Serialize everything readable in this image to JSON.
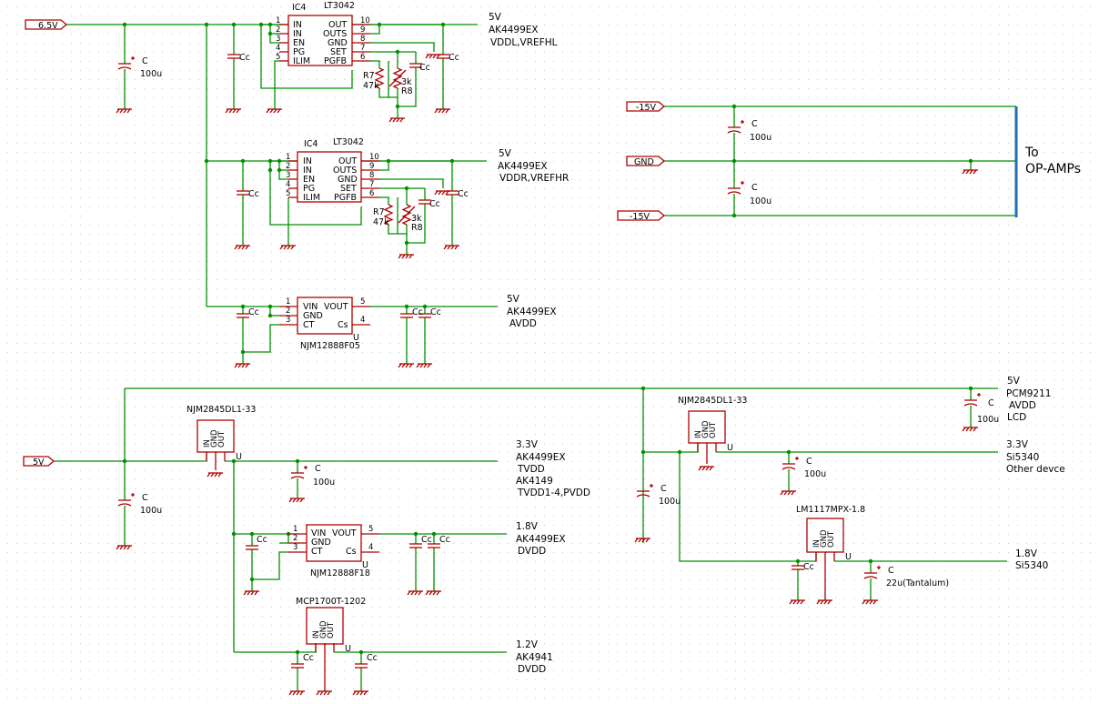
{
  "ports": [
    {
      "id": "p65",
      "label": "6.5V"
    },
    {
      "id": "pm15a",
      "label": "-15V"
    },
    {
      "id": "pgnd",
      "label": "GND"
    },
    {
      "id": "pm15b",
      "label": "-15V"
    },
    {
      "id": "p5v",
      "label": "5V"
    }
  ],
  "ics": {
    "ic1": {
      "ref": "IC4",
      "part": "LT3042",
      "pins_left": [
        "IN",
        "IN",
        "EN",
        "PG",
        "ILIM"
      ],
      "pins_right": [
        "OUT",
        "OUTS",
        "GND",
        "SET",
        "PGFB"
      ],
      "nums_left": [
        "1",
        "2",
        "3",
        "4",
        "5"
      ],
      "nums_right": [
        "10",
        "9",
        "8",
        "7",
        "6"
      ]
    },
    "ic2": {
      "ref": "IC4",
      "part": "LT3042",
      "pins_left": [
        "IN",
        "IN",
        "EN",
        "PG",
        "ILIM"
      ],
      "pins_right": [
        "OUT",
        "OUTS",
        "GND",
        "SET",
        "PGFB"
      ],
      "nums_left": [
        "1",
        "2",
        "3",
        "4",
        "5"
      ],
      "nums_right": [
        "10",
        "9",
        "8",
        "7",
        "6"
      ]
    },
    "njm1": {
      "part": "NJM12888F05",
      "pins": [
        "VIN",
        "VOUT",
        "GND",
        "CT",
        "Cs"
      ],
      "nums": [
        "1",
        "2",
        "3",
        "5",
        "4"
      ],
      "suffix": "U"
    },
    "njm2": {
      "part": "NJM12888F18",
      "pins": [
        "VIN",
        "VOUT",
        "GND",
        "CT",
        "Cs"
      ],
      "nums": [
        "1",
        "2",
        "3",
        "5",
        "4"
      ],
      "suffix": "U"
    },
    "reg1": {
      "part": "NJM2845DL1-33",
      "pins": [
        "IN",
        "GND",
        "OUT"
      ],
      "suffix": "U"
    },
    "reg2": {
      "part": "NJM2845DL1-33",
      "pins": [
        "IN",
        "GND",
        "OUT"
      ],
      "suffix": "U"
    },
    "reg3": {
      "part": "MCP1700T-1202",
      "pins": [
        "IN",
        "GND",
        "OUT"
      ],
      "suffix": "U"
    },
    "reg4": {
      "part": "LM1117MPX-1.8",
      "pins": [
        "IN",
        "GND",
        "OUT"
      ],
      "suffix": "U"
    }
  },
  "resistors": {
    "r7a": {
      "ref": "R7",
      "value": "47k"
    },
    "r8a": {
      "ref": "R8",
      "value": "3k"
    },
    "r7b": {
      "ref": "R7",
      "value": "47k"
    },
    "r8b": {
      "ref": "R8",
      "value": "3k"
    }
  },
  "caps": {
    "c_in65": {
      "ref": "C",
      "value": "100u"
    },
    "cc1": {
      "ref": "Cc"
    },
    "cc_set1": {
      "ref": "Cc"
    },
    "cc_out1": {
      "ref": "Cc"
    },
    "cc2": {
      "ref": "Cc"
    },
    "cc_set2": {
      "ref": "Cc"
    },
    "cc_out2": {
      "ref": "Cc"
    },
    "cc3": {
      "ref": "Cc"
    },
    "cc3o1": {
      "ref": "Cc"
    },
    "cc3o2": {
      "ref": "Cc"
    },
    "c_m15a": {
      "ref": "C",
      "value": "100u"
    },
    "c_m15b": {
      "ref": "C",
      "value": "100u"
    },
    "c_5vin": {
      "ref": "C",
      "value": "100u"
    },
    "c_33a": {
      "ref": "C",
      "value": "100u"
    },
    "cc4": {
      "ref": "Cc"
    },
    "cc4o1": {
      "ref": "Cc"
    },
    "cc4o2": {
      "ref": "Cc"
    },
    "cc5a": {
      "ref": "Cc"
    },
    "cc5b": {
      "ref": "Cc"
    },
    "c_5vr": {
      "ref": "C",
      "value": "100u"
    },
    "c_r2in": {
      "ref": "C",
      "value": "100u"
    },
    "c_33b": {
      "ref": "C",
      "value": "100u"
    },
    "cc6": {
      "ref": "Cc"
    },
    "c_tant": {
      "ref": "C",
      "value": "22u(Tantalum)"
    }
  },
  "rails": {
    "r1": {
      "v": "5V",
      "l1": "AK4499EX",
      "l2": "VDDL,VREFHL"
    },
    "r2": {
      "v": "5V",
      "l1": "AK4499EX",
      "l2": "VDDR,VREFHR"
    },
    "r3": {
      "v": "5V",
      "l1": "AK4499EX",
      "l2": "AVDD"
    },
    "r4": {
      "v": "3.3V",
      "l1": "AK4499EX",
      "l2": "TVDD",
      "l3": "AK4149",
      "l4": "TVDD1-4,PVDD"
    },
    "r5": {
      "v": "1.8V",
      "l1": "AK4499EX",
      "l2": "DVDD"
    },
    "r6": {
      "v": "1.2V",
      "l1": "AK4941",
      "l2": "DVDD"
    },
    "r7": {
      "v": "5V",
      "l1": "PCM9211",
      "l2": "AVDD",
      "l3": "LCD"
    },
    "r8": {
      "v": "3.3V",
      "l1": "Si5340",
      "l2": "Other devce"
    },
    "r9": {
      "v": "1.8V",
      "l1": "Si5340"
    }
  },
  "opamps": {
    "to": "To",
    "target": "OP-AMPs"
  },
  "colors": {
    "wire": "#009000",
    "part": "#b00000",
    "bus": "#1f6fb5",
    "grid": "#c8c8c8"
  }
}
